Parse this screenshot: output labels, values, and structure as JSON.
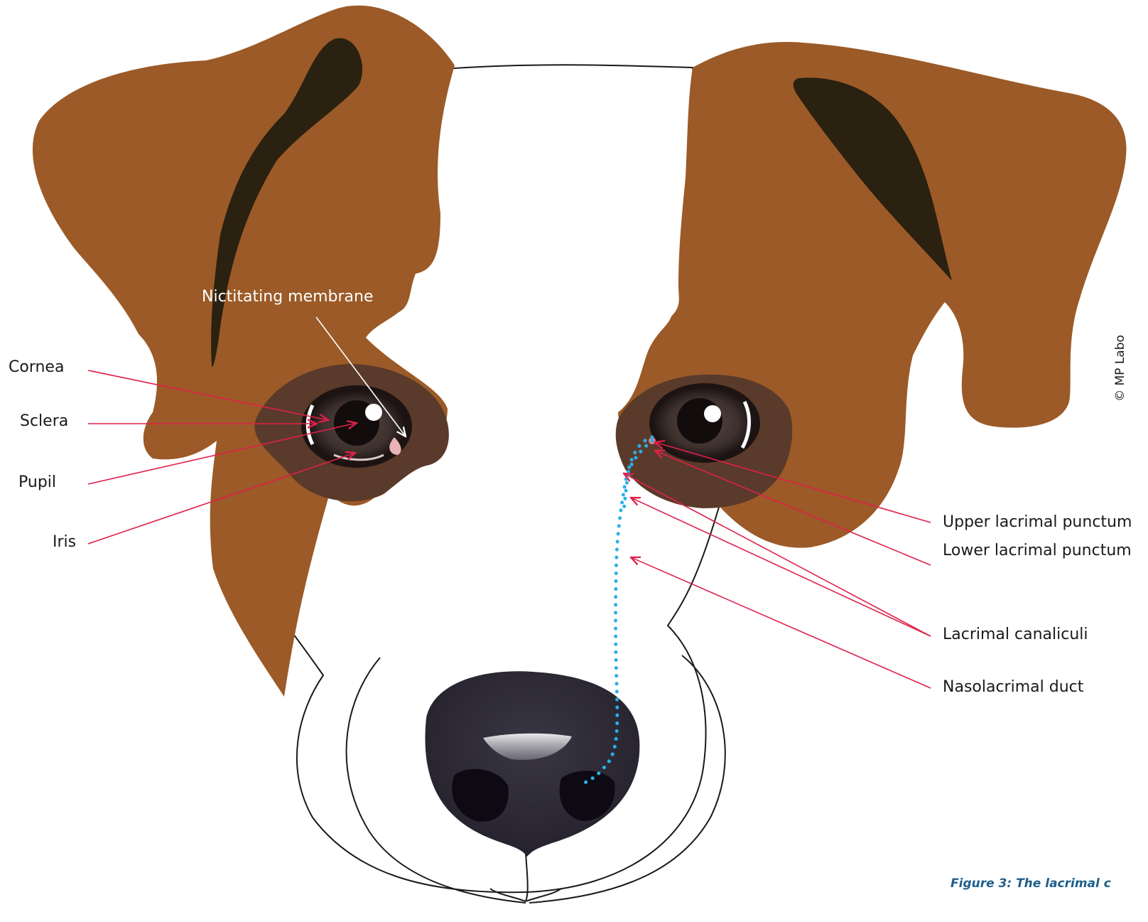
{
  "labels": {
    "nictitating_membrane": "Nictitating membrane",
    "cornea": "Cornea",
    "sclera": "Sclera",
    "pupil": "Pupil",
    "iris": "Iris",
    "upper_lacrimal_punctum": "Upper lacrimal punctum",
    "lower_lacrimal_punctum": "Lower lacrimal punctum",
    "lacrimal_canaliculi": "Lacrimal canaliculi",
    "nasolacrimal_duct": "Nasolacrimal duct"
  },
  "credit": "© MP Labo",
  "caption": "Figure 3: The lacrimal c",
  "colors": {
    "fur_brown": "#9b5a27",
    "ear_dark": "#2a2110",
    "eye_patch": "#5a3a2a",
    "nose": "#2e2a36",
    "leader_line": "#e0204a",
    "duct_dots": "#2ab0e8",
    "caption_blue": "#1f5f8b"
  }
}
